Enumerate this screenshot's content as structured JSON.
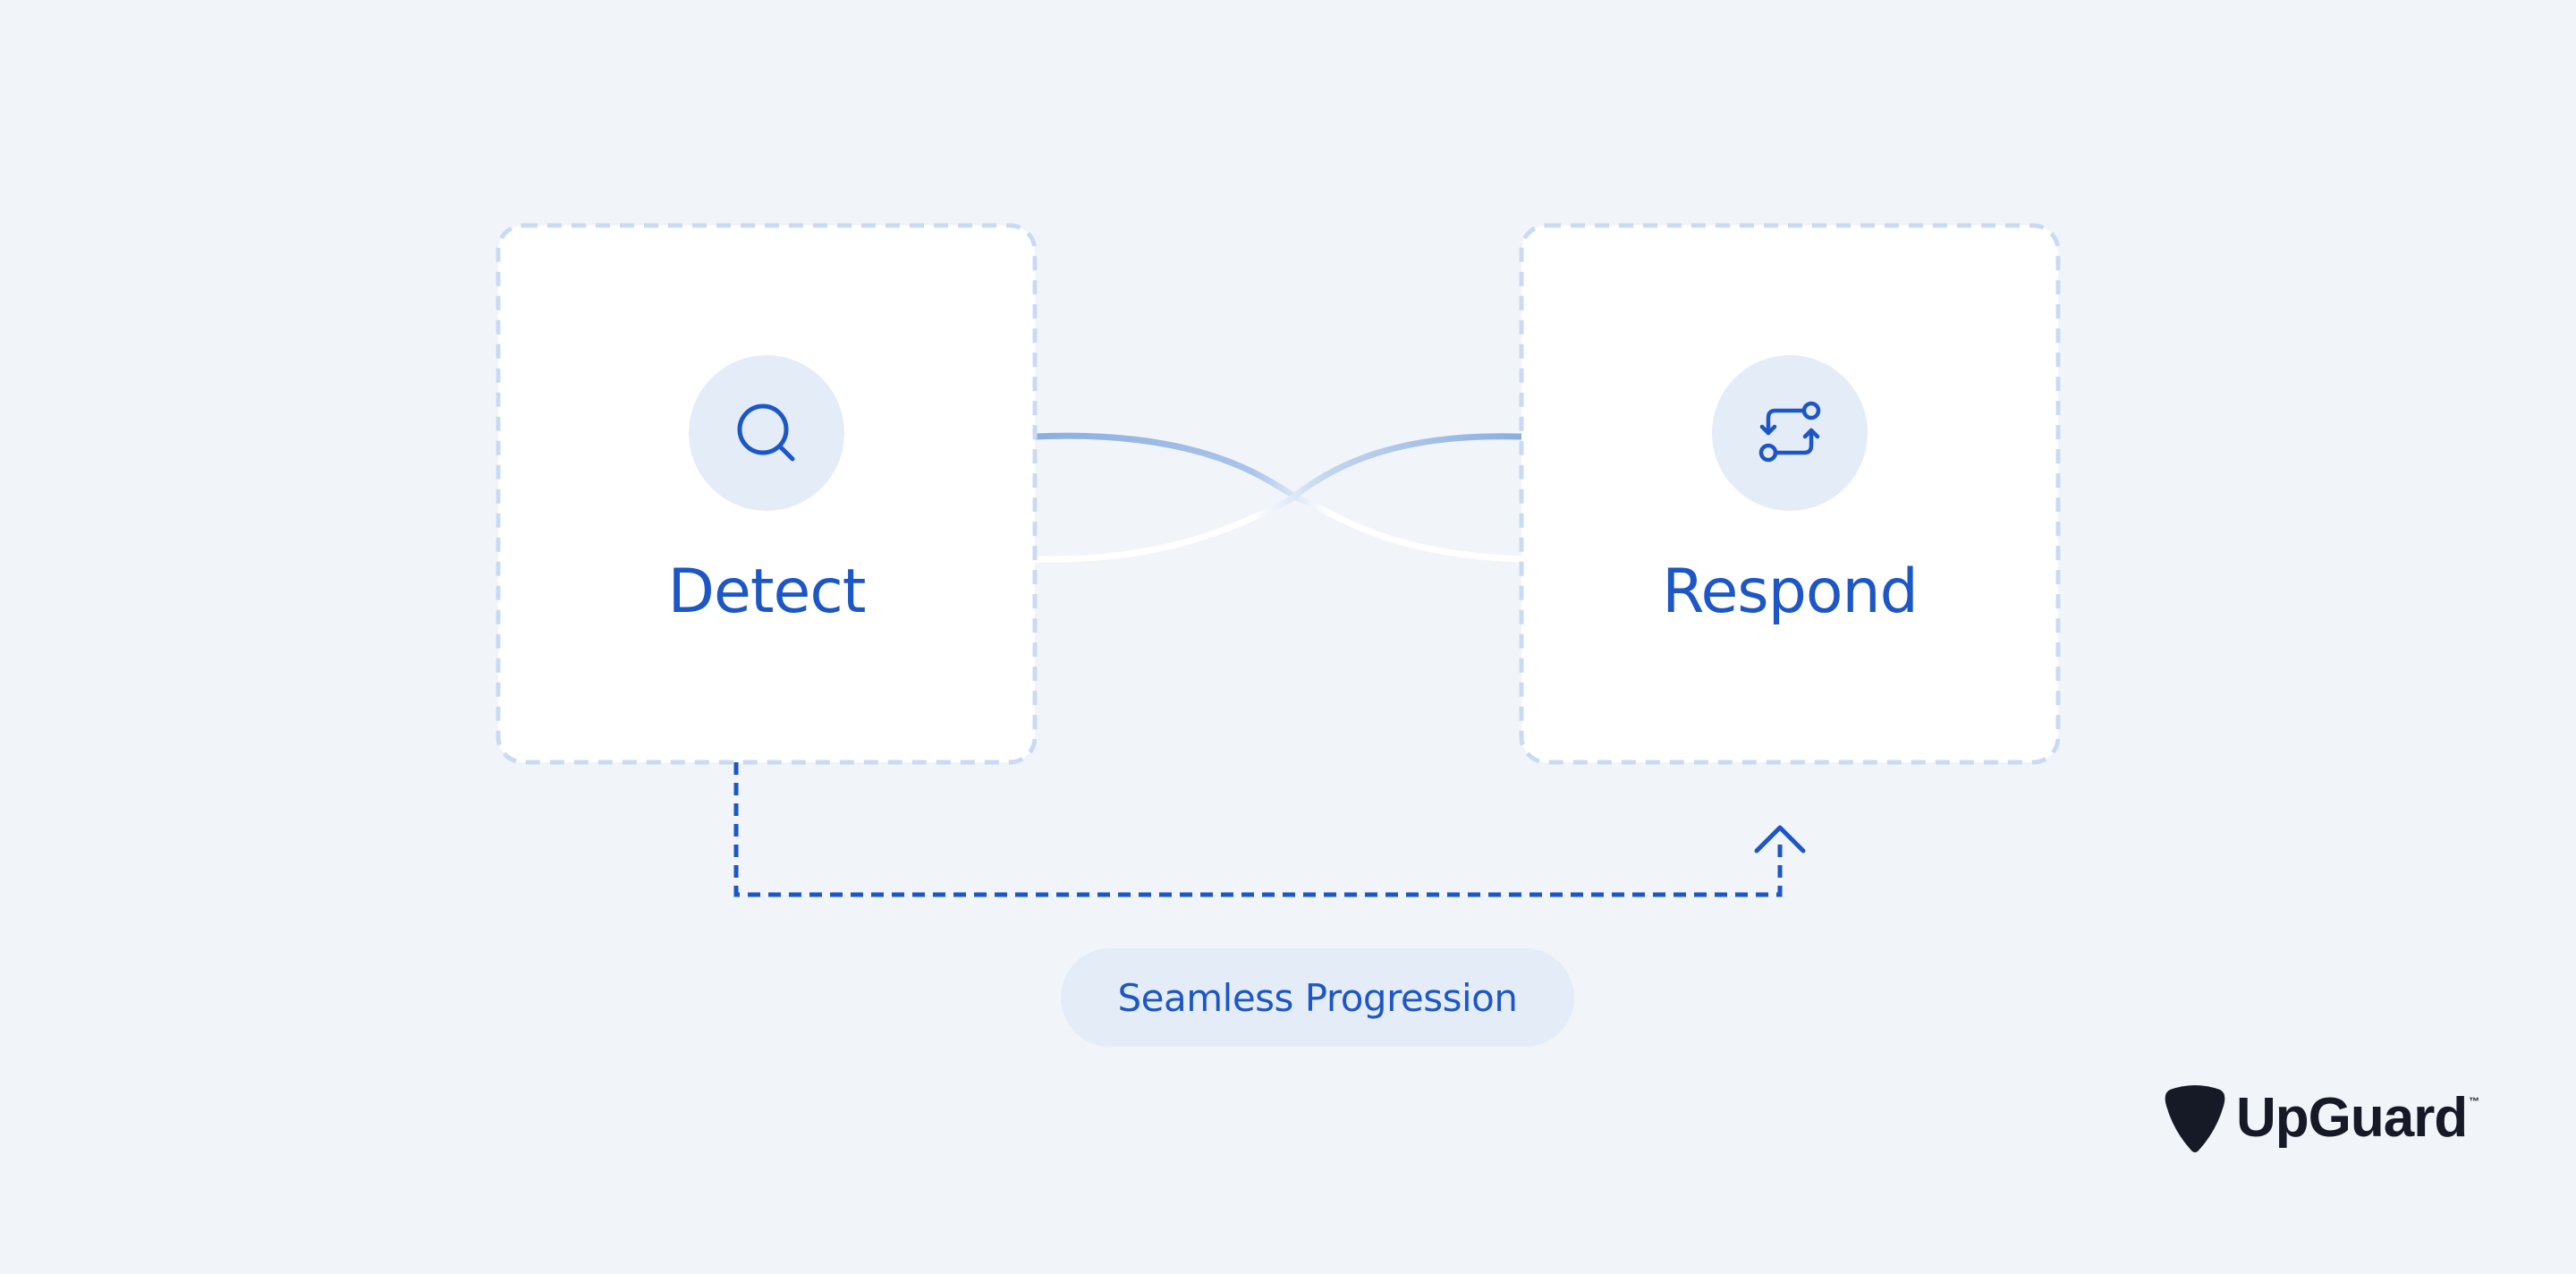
{
  "diagram": {
    "nodes": [
      {
        "id": "detect",
        "label": "Detect",
        "icon": "search-icon"
      },
      {
        "id": "respond",
        "label": "Respond",
        "icon": "exchange-arrows-icon"
      }
    ],
    "edges": [
      {
        "from": "detect",
        "to": "respond",
        "style": "dashed-arrow"
      },
      {
        "from": "detect",
        "to": "respond",
        "style": "crossing-curves"
      }
    ],
    "caption": "Seamless Progression"
  },
  "brand": {
    "name": "UpGuard",
    "trademark": "™",
    "logo_icon": "guitar-pick-logo"
  },
  "colors": {
    "background": "#f1f5fa",
    "card_fill": "#ffffff",
    "card_border": "#c9dbf2",
    "accent": "#1d57c5",
    "icon_circle": "#e4ecf8",
    "pill_fill": "#e4ecf8",
    "brand_dark": "#151a26"
  }
}
